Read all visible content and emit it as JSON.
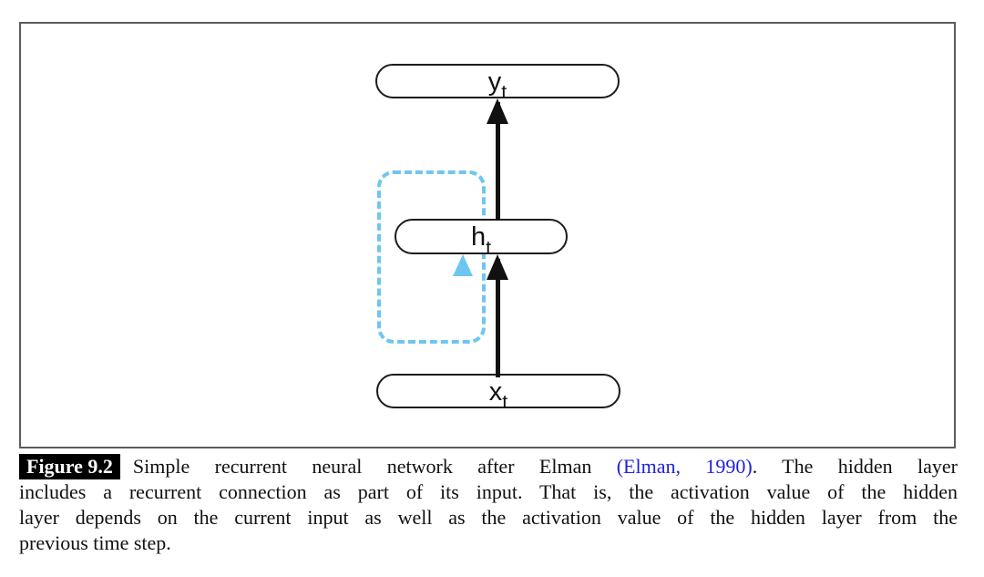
{
  "figure": {
    "label": "Figure 9.2",
    "caption_lines": [
      {
        "before_link": "Simple recurrent neural network after Elman ",
        "link": "(Elman, 1990)",
        "after_link": ". The hidden layer"
      },
      "includes a recurrent connection as part of its input. That is, the activation value of the hidden",
      "layer depends on the current input as well as the activation value of the hidden layer from the",
      "previous time step."
    ]
  },
  "diagram": {
    "type": "node-link",
    "nodes": [
      {
        "id": "output",
        "label": "y",
        "subscript": "t"
      },
      {
        "id": "hidden",
        "label": "h",
        "subscript": "t"
      },
      {
        "id": "input",
        "label": "x",
        "subscript": "t"
      }
    ],
    "edges": [
      {
        "from": "input",
        "to": "hidden",
        "style": "solid-arrow"
      },
      {
        "from": "hidden",
        "to": "output",
        "style": "solid-arrow"
      },
      {
        "from": "hidden",
        "to": "hidden",
        "style": "dashed-recurrent-loop"
      }
    ],
    "colors": {
      "recurrent_loop": "#6ec6f0",
      "arrow": "#111111",
      "node_border": "#1c1c1c",
      "frame_border": "#5c5c5c",
      "link_text": "#2122dd"
    }
  }
}
